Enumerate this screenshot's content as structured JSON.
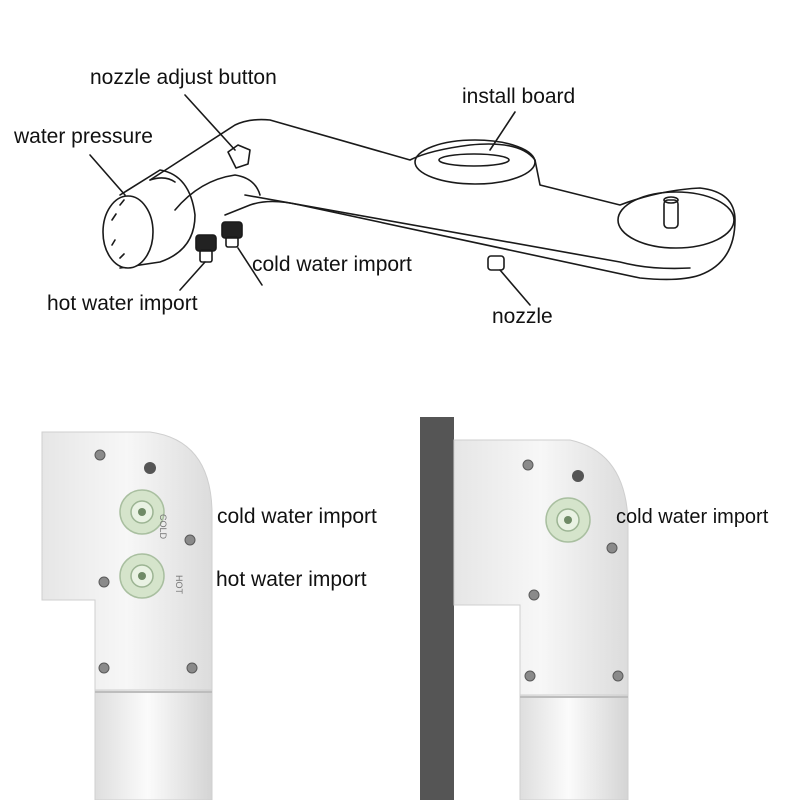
{
  "labels": {
    "nozzle_adjust_button": "nozzle adjust button",
    "water_pressure": "water pressure",
    "install_board": "install board",
    "cold_water_import": "cold water import",
    "hot_water_import": "hot water import",
    "nozzle": "nozzle"
  },
  "photo_left": {
    "cold_water_import": "cold water import",
    "hot_water_import": "hot water import",
    "marking_cold": "COLD",
    "marking_hot": "HOT"
  },
  "photo_right": {
    "cold_water_import": "cold water import"
  },
  "colors": {
    "line": "#1a1a1a",
    "body_white": "#f4f4f4",
    "shadow_gray": "#d6d6d6",
    "wall_dark": "#555555",
    "knob_green": "#cfe0c4"
  }
}
